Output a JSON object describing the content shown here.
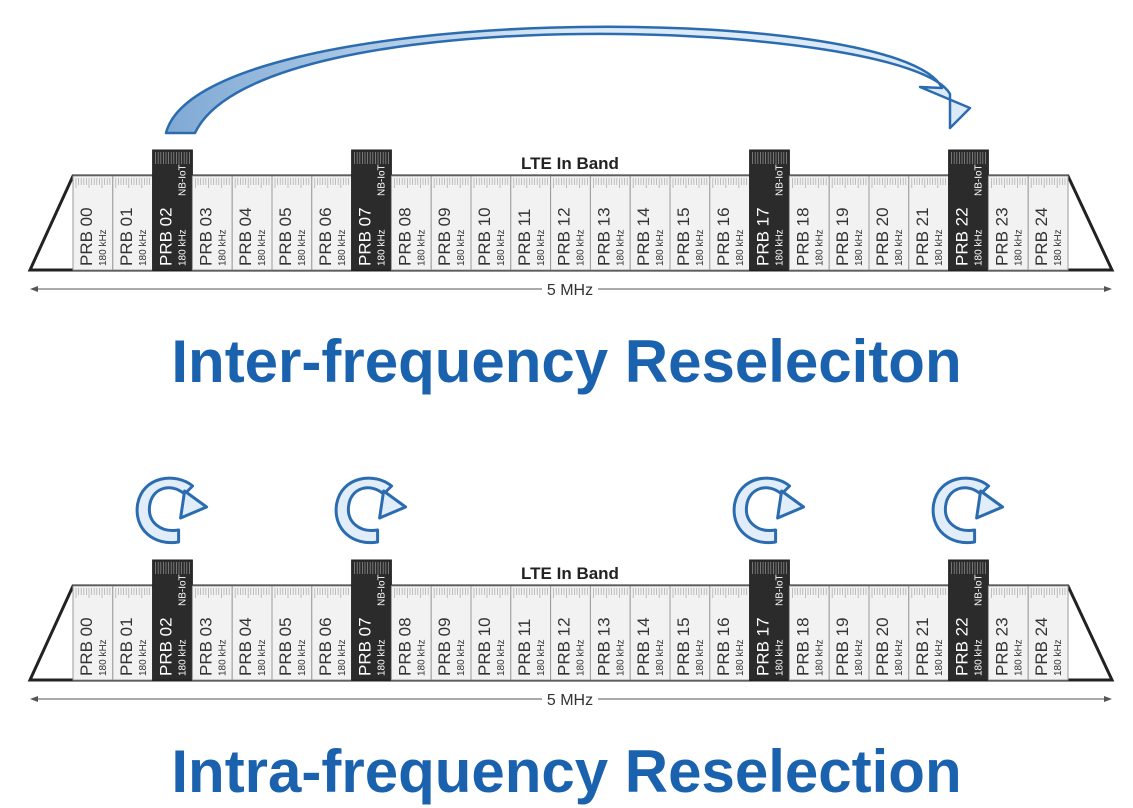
{
  "diagrams": [
    {
      "band_label": "LTE In Band",
      "bandwidth_label": "5 MHz",
      "caption": "Inter-frequency Reseleciton",
      "arrow": "curved-arrow-from-prb-02-to-prb-22"
    },
    {
      "band_label": "LTE In Band",
      "bandwidth_label": "5 MHz",
      "caption": "Intra-frequency Reselection",
      "arrow": "rotate-icons-over-nb-iot-carriers"
    }
  ],
  "prbs": [
    {
      "label": "PRB 00",
      "freq": "180 kHz",
      "nbiot": false
    },
    {
      "label": "PRB 01",
      "freq": "180 kHz",
      "nbiot": false
    },
    {
      "label": "PRB 02",
      "freq": "180 kHz",
      "nbiot": true
    },
    {
      "label": "PRB 03",
      "freq": "180 kHz",
      "nbiot": false
    },
    {
      "label": "PRB 04",
      "freq": "180 kHz",
      "nbiot": false
    },
    {
      "label": "PRB 05",
      "freq": "180 kHz",
      "nbiot": false
    },
    {
      "label": "PRB 06",
      "freq": "180 kHz",
      "nbiot": false
    },
    {
      "label": "PRB 07",
      "freq": "180 kHz",
      "nbiot": true
    },
    {
      "label": "PRB 08",
      "freq": "180 kHz",
      "nbiot": false
    },
    {
      "label": "PRB 09",
      "freq": "180 kHz",
      "nbiot": false
    },
    {
      "label": "PRB 10",
      "freq": "180 kHz",
      "nbiot": false
    },
    {
      "label": "PRB 11",
      "freq": "180 kHz",
      "nbiot": false
    },
    {
      "label": "PRB 12",
      "freq": "180 kHz",
      "nbiot": false
    },
    {
      "label": "PRB 13",
      "freq": "180 kHz",
      "nbiot": false
    },
    {
      "label": "PRB 14",
      "freq": "180 kHz",
      "nbiot": false
    },
    {
      "label": "PRB 15",
      "freq": "180 kHz",
      "nbiot": false
    },
    {
      "label": "PRB 16",
      "freq": "180 kHz",
      "nbiot": false
    },
    {
      "label": "PRB 17",
      "freq": "180 kHz",
      "nbiot": true
    },
    {
      "label": "PRB 18",
      "freq": "180 kHz",
      "nbiot": false
    },
    {
      "label": "PRB 19",
      "freq": "180 kHz",
      "nbiot": false
    },
    {
      "label": "PRB 20",
      "freq": "180 kHz",
      "nbiot": false
    },
    {
      "label": "PRB 21",
      "freq": "180 kHz",
      "nbiot": false
    },
    {
      "label": "PRB 22",
      "freq": "180 kHz",
      "nbiot": true
    },
    {
      "label": "PRB 23",
      "freq": "180 kHz",
      "nbiot": false
    },
    {
      "label": "PRB 24",
      "freq": "180 kHz",
      "nbiot": false
    }
  ],
  "nbiot_tag": "NB-IoT",
  "colors": {
    "caption": "#1a62ae",
    "arrow_fill_light": "#dce9f6",
    "arrow_fill_dark": "#7fa9d4",
    "arrow_stroke": "#2b6cb0",
    "nbiot_block": "#2b2b2b",
    "prb_block": "#f2f2f2",
    "outline": "#222222"
  }
}
